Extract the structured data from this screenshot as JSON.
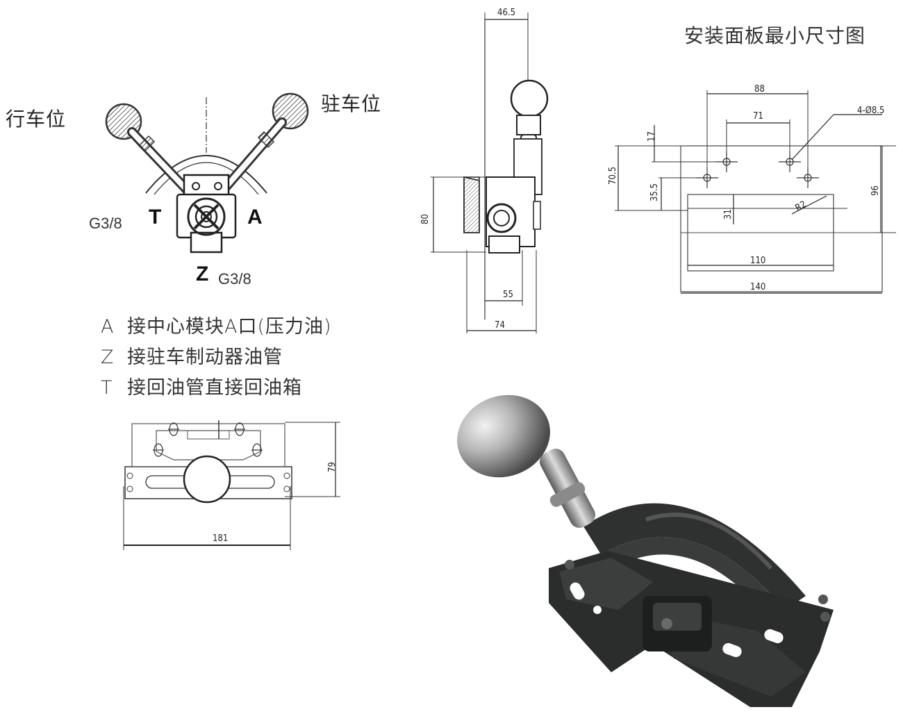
{
  "valve_view": {
    "label_drive": "行车位",
    "label_park": "驻车位",
    "port_t": "T",
    "port_a": "A",
    "port_z": "Z",
    "thread_t": "G3/8",
    "thread_z": "G3/8"
  },
  "legend": [
    {
      "key": "A",
      "text": "接中心模块A口(压力油)"
    },
    {
      "key": "Z",
      "text": "接驻车制动器油管"
    },
    {
      "key": "T",
      "text": "接回油管直接回油箱"
    }
  ],
  "side_view": {
    "dim_top": "46.5",
    "dim_height": "80",
    "dim_inner": "55",
    "dim_outer": "74"
  },
  "panel": {
    "title": "安装面板最小尺寸图",
    "dim_88": "88",
    "dim_71": "71",
    "hole_spec": "4-Ø8.5",
    "dim_17": "17",
    "dim_70_5": "70.5",
    "dim_35_5": "35.5",
    "dim_31": "31",
    "dim_r2": "R2",
    "dim_96": "96",
    "dim_110": "110",
    "dim_140": "140"
  },
  "top_view": {
    "dim_width": "181",
    "dim_height": "79"
  },
  "colors": {
    "line": "#333333",
    "bracket": "#2e2e2e",
    "knob": "#a8a8a8"
  }
}
